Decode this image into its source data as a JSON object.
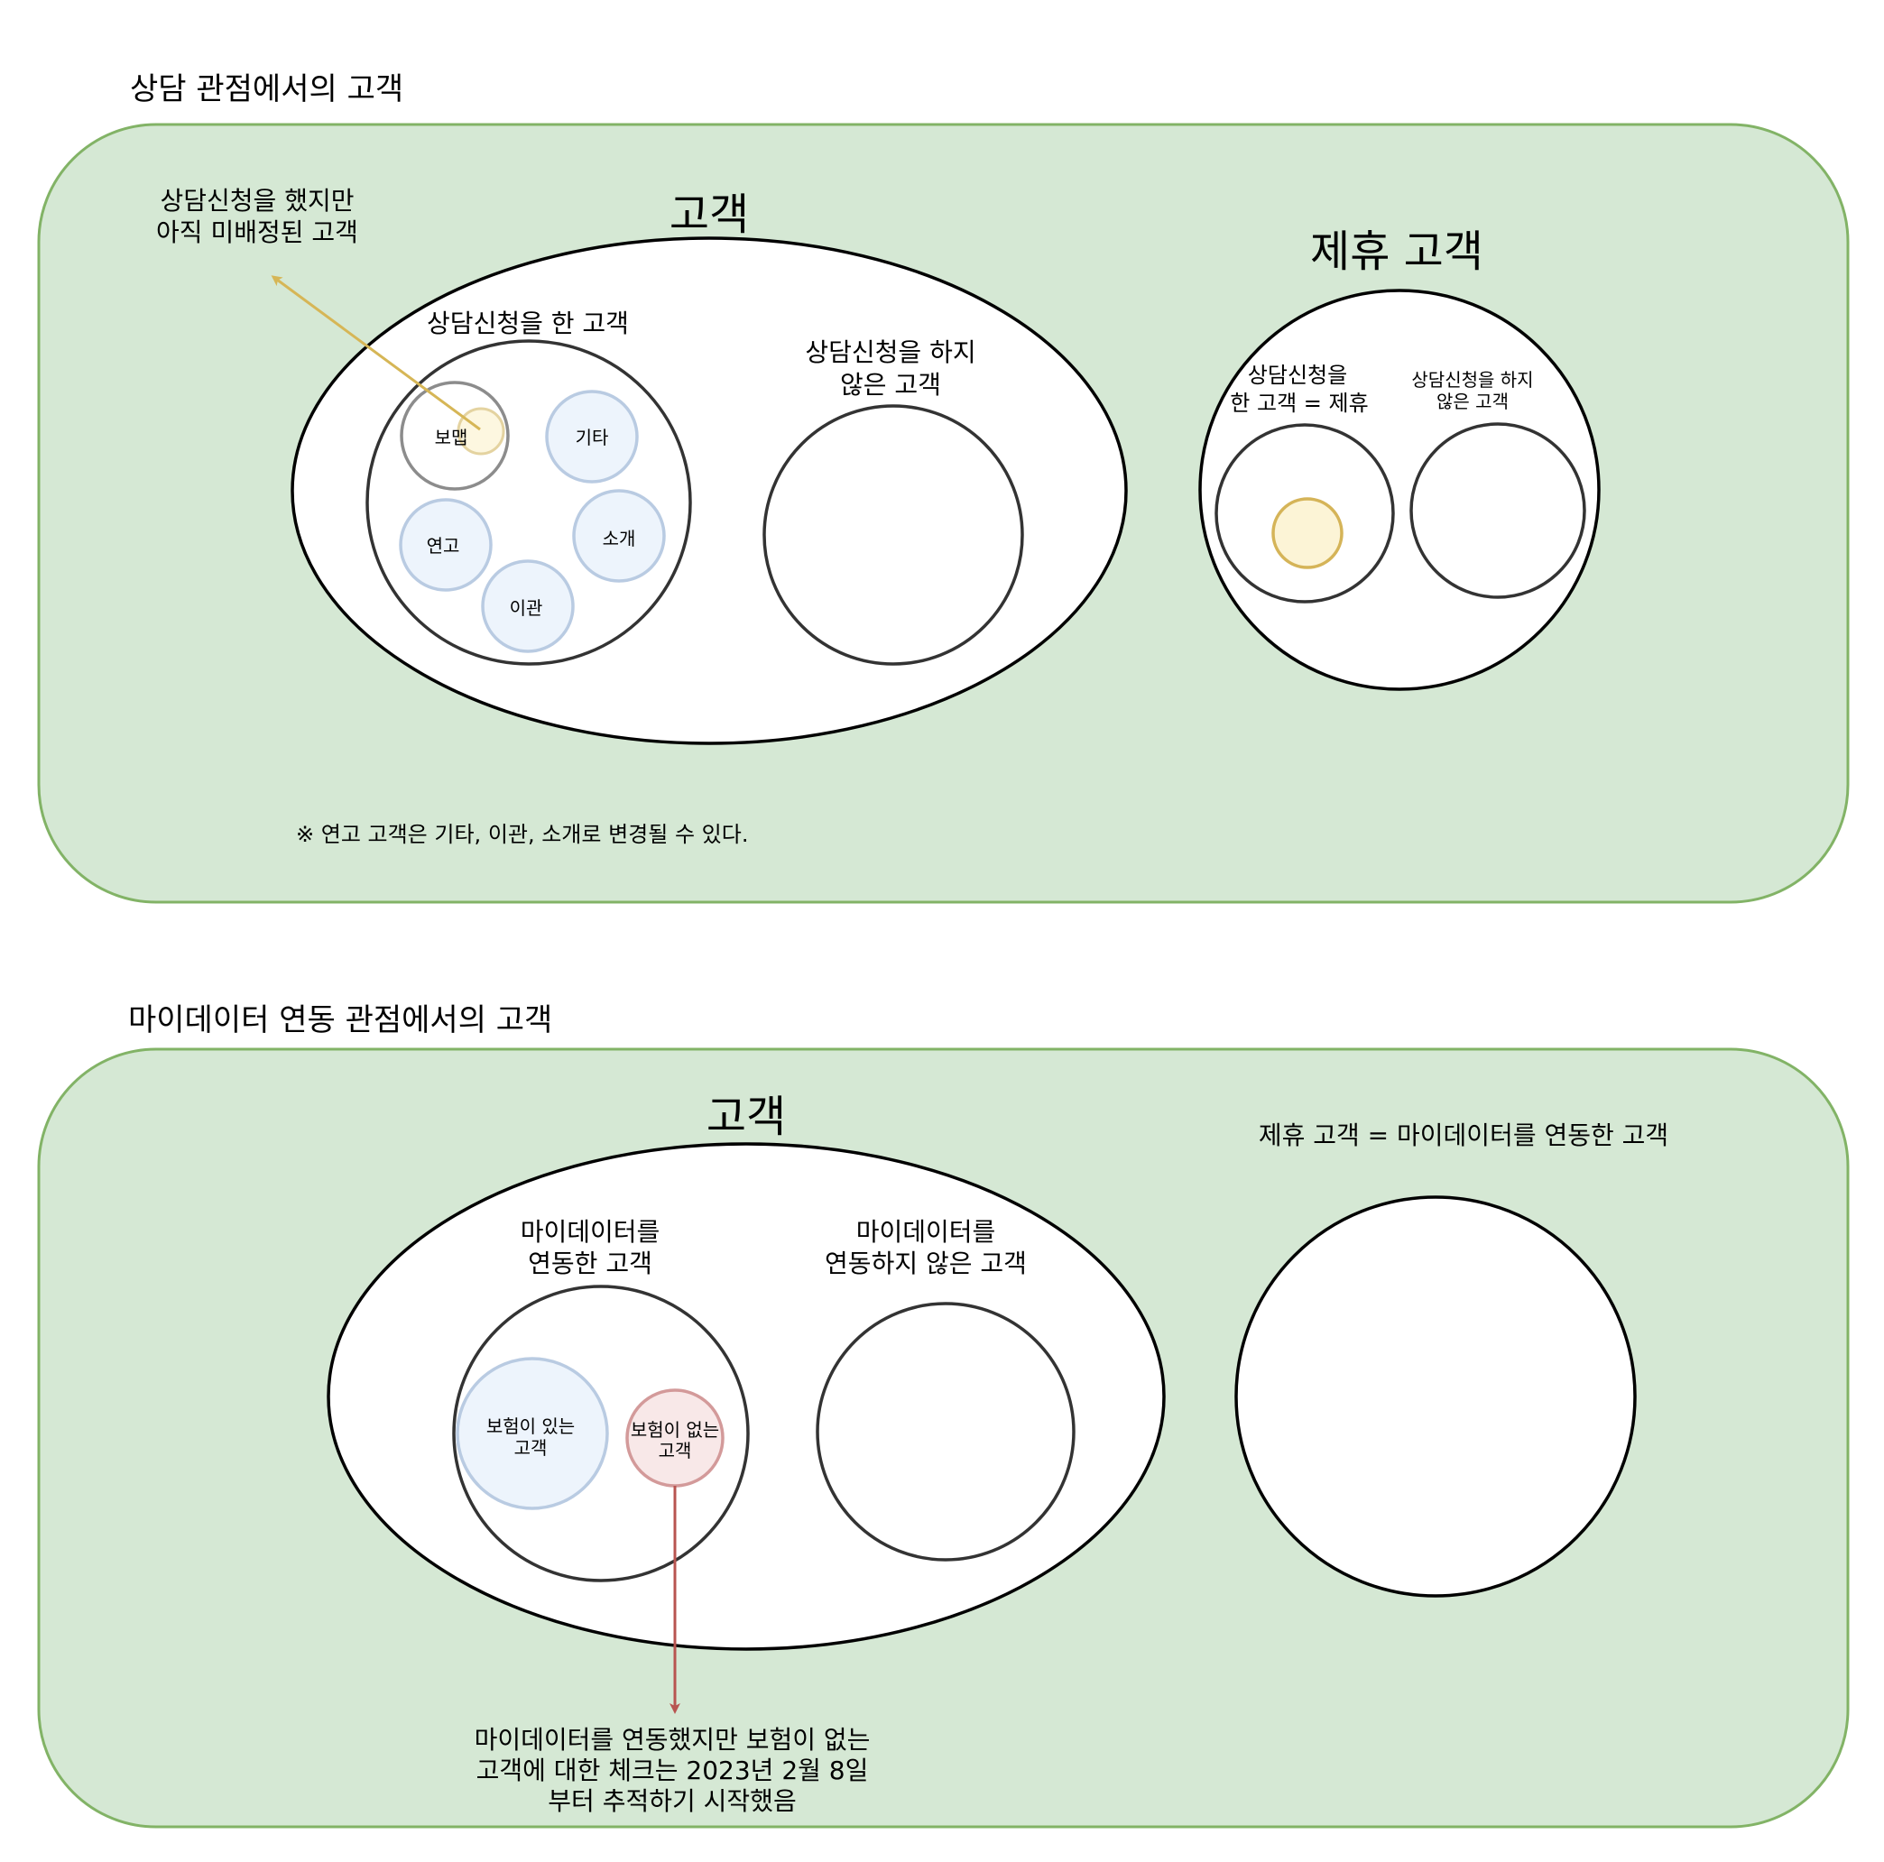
{
  "colors": {
    "panel_fill": "#d5e8d4",
    "panel_stroke": "#82b366",
    "arrow_yellow": "#d6b656",
    "arrow_red": "#b85450",
    "blue_fill": "#edf4fc",
    "yellow_fill": "#fcf4d6",
    "red_fill": "#f8e8e8"
  },
  "consult": {
    "section_title": "상담 관점에서의 고객",
    "unassigned_note": [
      "상담신청을 했지만",
      "아직 미배정된 고객"
    ],
    "customer_title": "고객",
    "applied_label": "상담신청을 한 고객",
    "sub_circles": {
      "bomaeb": "보맵",
      "other": "기타",
      "yeongo": "연고",
      "sogae": "소개",
      "igwan": "이관"
    },
    "not_applied_label": [
      "상담신청을 하지",
      "않은 고객"
    ],
    "partner_title": "제휴 고객",
    "partner_applied_label": [
      "상담신청을",
      "한 고객 = 제휴"
    ],
    "partner_not_applied_label": [
      "상담신청을 하지",
      "않은 고객"
    ],
    "footnote": "※ 연고 고객은 기타, 이관, 소개로 변경될 수 있다."
  },
  "mydata": {
    "section_title": "마이데이터 연동 관점에서의 고객",
    "customer_title": "고객",
    "linked_label": [
      "마이데이터를",
      "연동한 고객"
    ],
    "not_linked_label": [
      "마이데이터를",
      "연동하지 않은 고객"
    ],
    "with_insurance": [
      "보험이 있는",
      "고객"
    ],
    "without_insurance": [
      "보험이 없는",
      "고객"
    ],
    "partner_label": "제휴 고객 = 마이데이터를 연동한 고객",
    "tracking_note": [
      "마이데이터를 연동했지만 보험이 없는",
      "고객에 대한 체크는 2023년 2월 8일",
      "부터 추적하기 시작했음"
    ]
  }
}
